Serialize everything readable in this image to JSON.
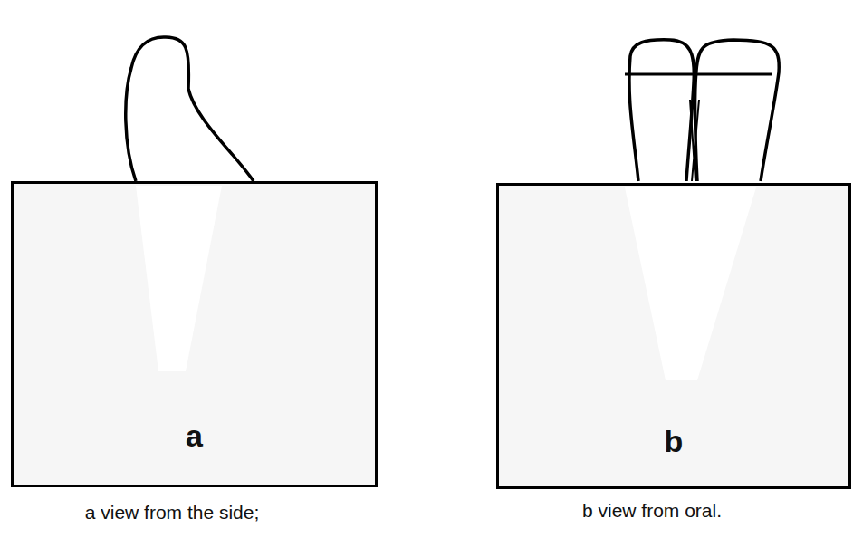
{
  "diagram": {
    "nodes": [
      {
        "text": [
          "a"
        ]
      },
      {
        "text": [
          "b"
        ]
      }
    ],
    "labels": [
      "a view from the side;",
      "b view from oral."
    ]
  }
}
